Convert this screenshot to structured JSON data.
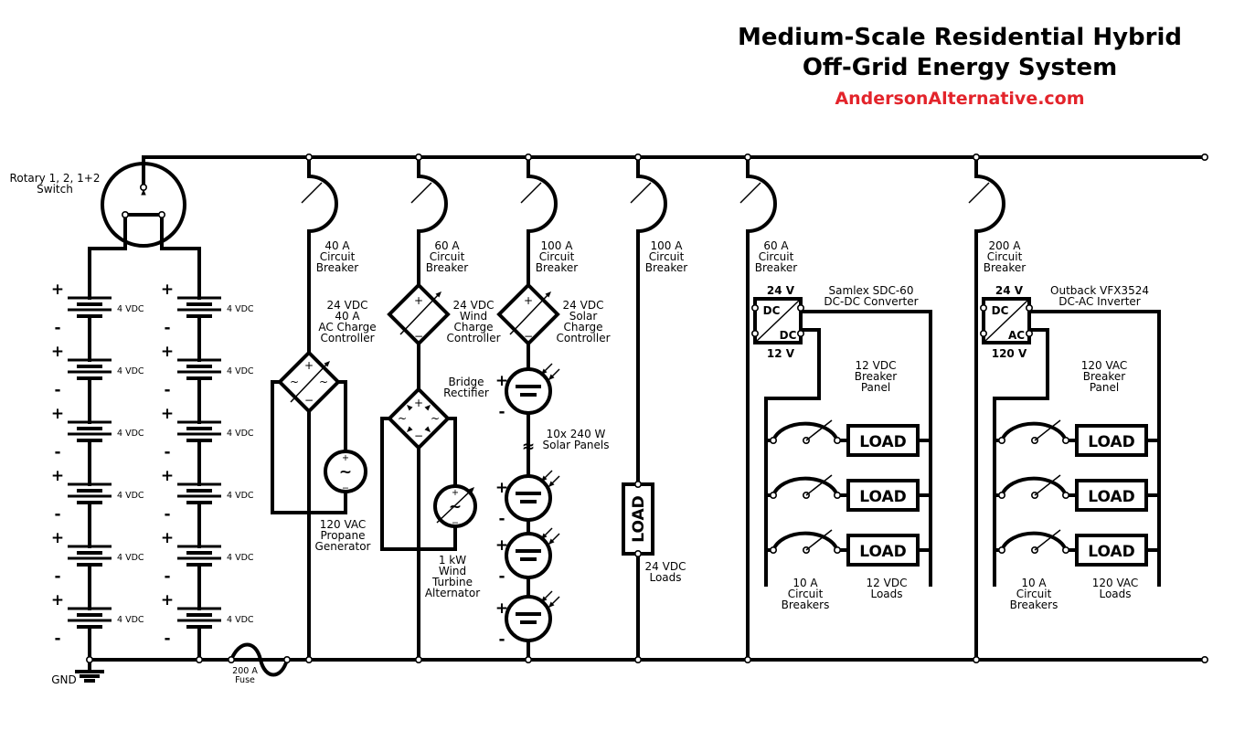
{
  "title": {
    "line1": "Medium-Scale Residential Hybrid",
    "line2": "Off-Grid Energy System",
    "website": "AndersonAlternative.com",
    "website_color": "#e3242b"
  },
  "switch": {
    "label_l1": "Rotary 1, 2, 1+2",
    "label_l2": "Switch"
  },
  "battery": {
    "cell_label": "4 VDC",
    "plus": "+",
    "minus": "-"
  },
  "gnd": "GND",
  "fuse": {
    "l1": "200 A",
    "l2": "Fuse"
  },
  "breakers": [
    {
      "amps": "40 A",
      "l2": "Circuit",
      "l3": "Breaker"
    },
    {
      "amps": "60 A",
      "l2": "Circuit",
      "l3": "Breaker"
    },
    {
      "amps": "100 A",
      "l2": "Circuit",
      "l3": "Breaker"
    },
    {
      "amps": "100 A",
      "l2": "Circuit",
      "l3": "Breaker"
    },
    {
      "amps": "60 A",
      "l2": "Circuit",
      "l3": "Breaker"
    },
    {
      "amps": "200 A",
      "l2": "Circuit",
      "l3": "Breaker"
    }
  ],
  "ac_controller": {
    "l1": "24 VDC",
    "l2": "40 A",
    "l3": "AC Charge",
    "l4": "Controller"
  },
  "generator": {
    "l1": "120 VAC",
    "l2": "Propane",
    "l3": "Generator"
  },
  "wind_controller": {
    "l1": "24 VDC",
    "l2": "Wind",
    "l3": "Charge",
    "l4": "Controller"
  },
  "rectifier": {
    "l1": "Bridge",
    "l2": "Rectifier"
  },
  "turbine": {
    "l1": "1 kW",
    "l2": "Wind",
    "l3": "Turbine",
    "l4": "Alternator"
  },
  "solar_controller": {
    "l1": "24 VDC",
    "l2": "Solar",
    "l3": "Charge",
    "l4": "Controller"
  },
  "solar_panels": {
    "l1": "10x 240 W",
    "l2": "Solar Panels"
  },
  "dc_load": {
    "text": "LOAD",
    "l1": "24 VDC",
    "l2": "Loads"
  },
  "converter": {
    "top": "24 V",
    "bottom": "12 V",
    "in": "DC",
    "out": "DC",
    "name_l1": "Samlex SDC-60",
    "name_l2": "DC-DC Converter",
    "panel_l1": "12 VDC",
    "panel_l2": "Breaker",
    "panel_l3": "Panel",
    "breakers_l1": "10 A",
    "breakers_l2": "Circuit",
    "breakers_l3": "Breakers",
    "loads_l1": "12 VDC",
    "loads_l2": "Loads",
    "loads": [
      "LOAD",
      "LOAD",
      "LOAD"
    ]
  },
  "inverter": {
    "top": "24 V",
    "bottom": "120 V",
    "in": "DC",
    "out": "AC",
    "name_l1": "Outback VFX3524",
    "name_l2": "DC-AC Inverter",
    "panel_l1": "120 VAC",
    "panel_l2": "Breaker",
    "panel_l3": "Panel",
    "breakers_l1": "10 A",
    "breakers_l2": "Circuit",
    "breakers_l3": "Breakers",
    "loads_l1": "120 VAC",
    "loads_l2": "Loads",
    "loads": [
      "LOAD",
      "LOAD",
      "LOAD"
    ]
  }
}
